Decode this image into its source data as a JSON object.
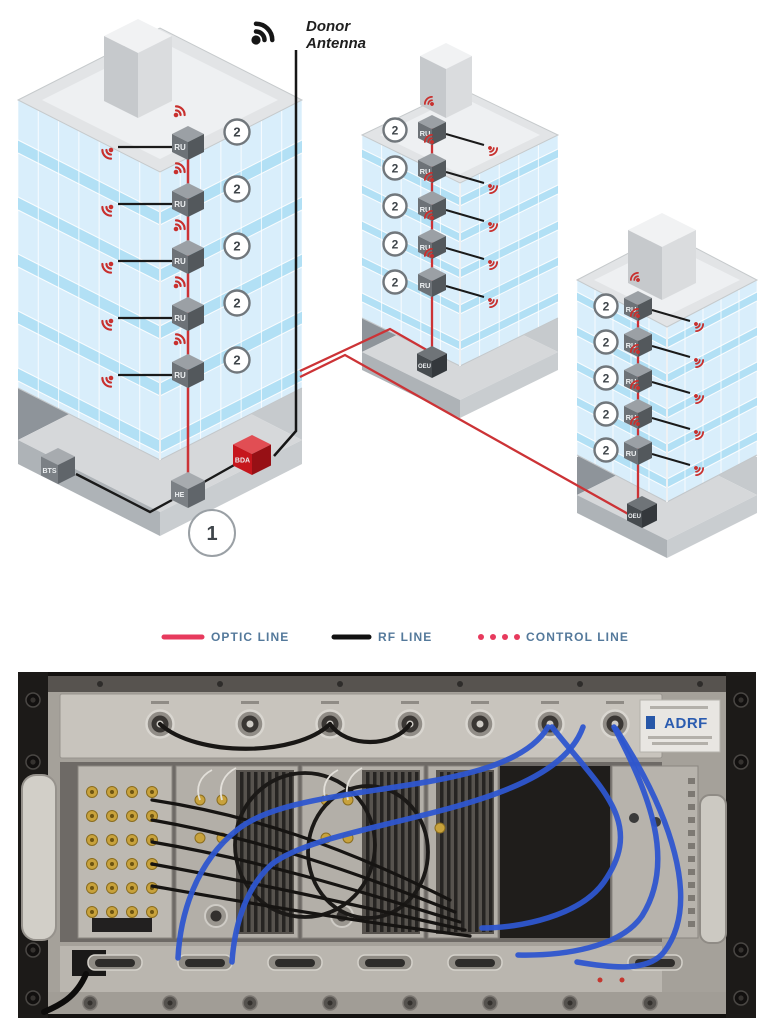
{
  "diagram": {
    "donor_antenna": {
      "line1": "Donor",
      "line2": "Antenna"
    },
    "unit_labels": {
      "remote": "RU",
      "bts": "BTS",
      "headend": "HE",
      "bda": "BDA",
      "oeu": "OEU"
    },
    "badges": {
      "per_floor": "2",
      "headend": "1"
    },
    "buildings": [
      {
        "id": "building-left",
        "floors": 5,
        "remote_units": 5,
        "ground_units": [
          "BTS",
          "HE",
          "BDA"
        ]
      },
      {
        "id": "building-middle",
        "floors": 5,
        "remote_units": 5,
        "ground_units": [
          "OEU"
        ]
      },
      {
        "id": "building-right",
        "floors": 5,
        "remote_units": 5,
        "ground_units": [
          "OEU"
        ]
      }
    ],
    "legend": [
      {
        "label": "OPTIC LINE",
        "style": "solid",
        "color": "#e73a5d"
      },
      {
        "label": "RF LINE",
        "style": "solid",
        "color": "#111111"
      },
      {
        "label": "CONTROL LINE",
        "style": "dotted",
        "color": "#e73a5d"
      }
    ]
  },
  "photo": {
    "brand": "ADRF"
  },
  "colors": {
    "optic_line": "#cc3336",
    "rf_line": "#1a1a1a",
    "wifi": "#c8302e",
    "legend_text": "#54799b",
    "floor_glass": "#d9eefb",
    "floor_slab": "#b2e0f5",
    "bda_red": "#c6161d",
    "cable_blue": "#2e56cf"
  }
}
